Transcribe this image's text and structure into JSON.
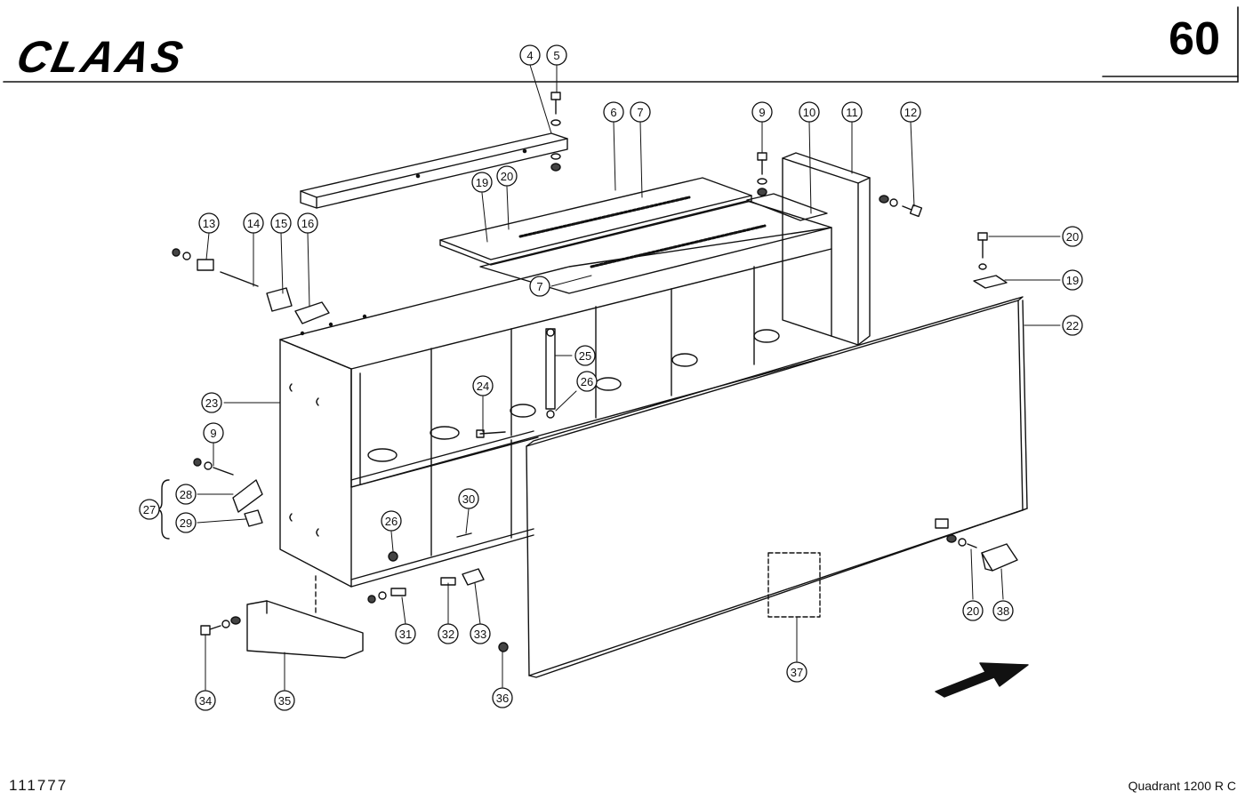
{
  "header": {
    "brand": "CLAAS",
    "page_number": "60"
  },
  "footer": {
    "doc_number": "111777",
    "model": "Quadrant 1200 R C"
  },
  "callouts": [
    {
      "id": "c4",
      "label": "4"
    },
    {
      "id": "c5",
      "label": "5"
    },
    {
      "id": "c6",
      "label": "6"
    },
    {
      "id": "c7a",
      "label": "7"
    },
    {
      "id": "c7b",
      "label": "7"
    },
    {
      "id": "c9a",
      "label": "9"
    },
    {
      "id": "c9b",
      "label": "9"
    },
    {
      "id": "c10",
      "label": "10"
    },
    {
      "id": "c11",
      "label": "11"
    },
    {
      "id": "c12",
      "label": "12"
    },
    {
      "id": "c13",
      "label": "13"
    },
    {
      "id": "c14",
      "label": "14"
    },
    {
      "id": "c15",
      "label": "15"
    },
    {
      "id": "c16",
      "label": "16"
    },
    {
      "id": "c19a",
      "label": "19"
    },
    {
      "id": "c19b",
      "label": "19"
    },
    {
      "id": "c20a",
      "label": "20"
    },
    {
      "id": "c20b",
      "label": "20"
    },
    {
      "id": "c20c",
      "label": "20"
    },
    {
      "id": "c22",
      "label": "22"
    },
    {
      "id": "c23",
      "label": "23"
    },
    {
      "id": "c24",
      "label": "24"
    },
    {
      "id": "c25",
      "label": "25"
    },
    {
      "id": "c26a",
      "label": "26"
    },
    {
      "id": "c26b",
      "label": "26"
    },
    {
      "id": "c27",
      "label": "27"
    },
    {
      "id": "c28",
      "label": "28"
    },
    {
      "id": "c29",
      "label": "29"
    },
    {
      "id": "c30",
      "label": "30"
    },
    {
      "id": "c31",
      "label": "31"
    },
    {
      "id": "c32",
      "label": "32"
    },
    {
      "id": "c33",
      "label": "33"
    },
    {
      "id": "c34",
      "label": "34"
    },
    {
      "id": "c35",
      "label": "35"
    },
    {
      "id": "c36",
      "label": "36"
    },
    {
      "id": "c37",
      "label": "37"
    },
    {
      "id": "c38",
      "label": "38"
    }
  ]
}
